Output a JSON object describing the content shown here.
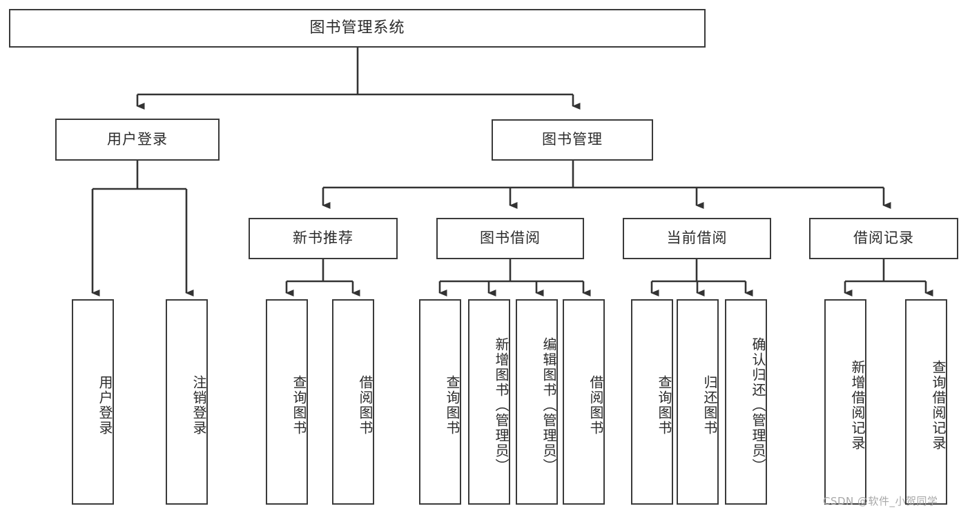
{
  "diagram": {
    "title": "图书管理系统",
    "watermark": "CSDN @软件_小贺同学",
    "colors": {
      "box_border": "#3a3a3a",
      "connector": "#333333",
      "text": "#2b2b2b",
      "background": "#ffffff",
      "watermark": "#a8a8a8"
    },
    "levels": {
      "root": "图书管理系统",
      "level2": [
        "用户登录",
        "图书管理"
      ],
      "level3": [
        "新书推荐",
        "图书借阅",
        "当前借阅",
        "借阅记录"
      ]
    },
    "nodes": {
      "root": {
        "label": "图书管理系统"
      },
      "user_login": {
        "label": "用户登录"
      },
      "book_manage": {
        "label": "图书管理"
      },
      "new_book_rec": {
        "label": "新书推荐"
      },
      "book_borrow": {
        "label": "图书借阅"
      },
      "current_borrow": {
        "label": "当前借阅"
      },
      "borrow_record": {
        "label": "借阅记录"
      },
      "leaf_user_login": {
        "label": "用户登录"
      },
      "leaf_logout": {
        "label": "注销登录"
      },
      "leaf_query_book_a": {
        "label": "查询图书"
      },
      "leaf_borrow_book_a": {
        "label": "借阅图书"
      },
      "leaf_query_book_b": {
        "label": "查询图书"
      },
      "leaf_add_book": {
        "label": "新增图书（管理员）"
      },
      "leaf_edit_book": {
        "label": "编辑图书（管理员）"
      },
      "leaf_borrow_book_b": {
        "label": "借阅图书"
      },
      "leaf_query_book_c": {
        "label": "查询图书"
      },
      "leaf_return_book": {
        "label": "归还图书"
      },
      "leaf_confirm_return": {
        "label": "确认归还（管理员）"
      },
      "leaf_add_record": {
        "label": "新增借阅记录"
      },
      "leaf_query_record": {
        "label": "查询借阅记录"
      }
    },
    "tree": {
      "name": "图书管理系统",
      "children": [
        {
          "name": "用户登录",
          "children": [
            {
              "name": "用户登录"
            },
            {
              "name": "注销登录"
            }
          ]
        },
        {
          "name": "图书管理",
          "children": [
            {
              "name": "新书推荐",
              "children": [
                {
                  "name": "查询图书"
                },
                {
                  "name": "借阅图书"
                }
              ]
            },
            {
              "name": "图书借阅",
              "children": [
                {
                  "name": "查询图书"
                },
                {
                  "name": "新增图书（管理员）"
                },
                {
                  "name": "编辑图书（管理员）"
                },
                {
                  "name": "借阅图书"
                }
              ]
            },
            {
              "name": "当前借阅",
              "children": [
                {
                  "name": "查询图书"
                },
                {
                  "name": "归还图书"
                },
                {
                  "name": "确认归还（管理员）"
                }
              ]
            },
            {
              "name": "借阅记录",
              "children": [
                {
                  "name": "新增借阅记录"
                },
                {
                  "name": "查询借阅记录"
                }
              ]
            }
          ]
        }
      ]
    }
  }
}
